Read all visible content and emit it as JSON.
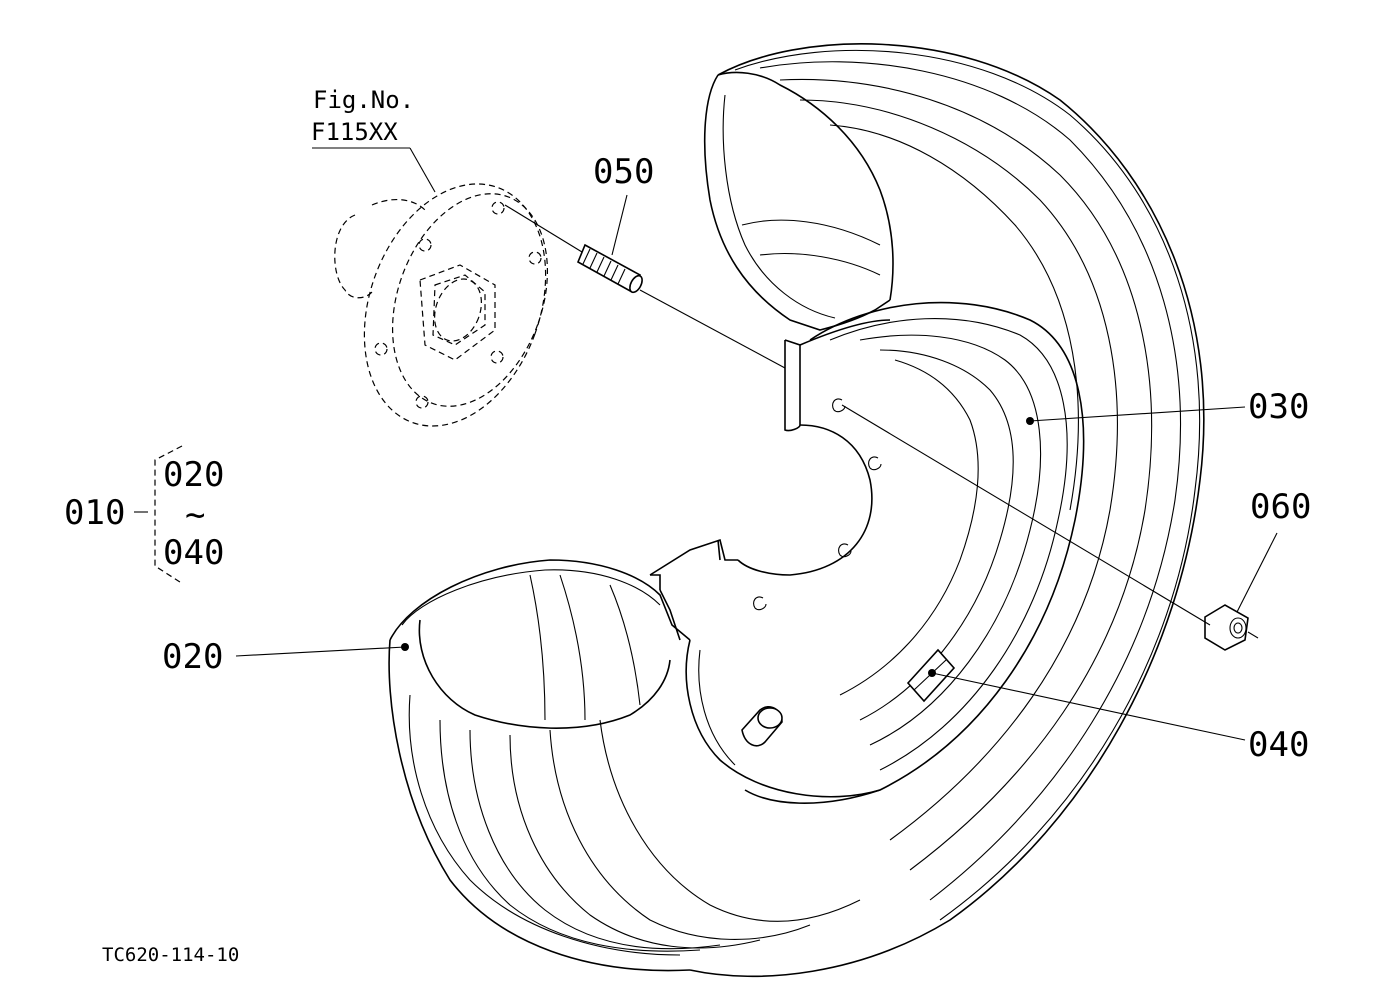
{
  "figure": {
    "ref_label_line1": "Fig.No.",
    "ref_label_line2": "F115XX",
    "drawing_code": "TC620-114-10"
  },
  "parts": {
    "p050": "050",
    "p030": "030",
    "p060": "060",
    "p040": "040",
    "p020": "020",
    "p010": "010"
  },
  "assembly_group": {
    "from": "020",
    "range_symbol": "~",
    "to": "040"
  }
}
